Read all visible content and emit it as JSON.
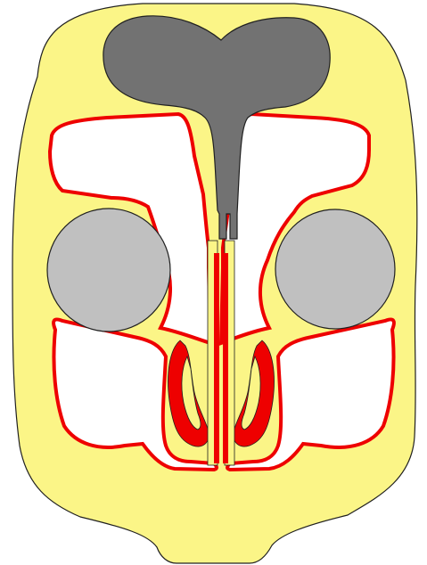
{
  "colors": {
    "background": "#ffffff",
    "tissue_fill": "#fbf587",
    "brain_fill": "#727272",
    "orbit_fill": "#c0c0c0",
    "cavity_fill": "#ffffff",
    "mucosa_red": "#ee0000",
    "outline": "#202020"
  },
  "parts": [
    "head-outline",
    "brain",
    "left-orbit",
    "right-orbit",
    "left-upper-cavity",
    "right-upper-cavity",
    "left-lower-cavity",
    "right-lower-cavity",
    "left-turbinate",
    "right-turbinate",
    "nasal-septum"
  ]
}
